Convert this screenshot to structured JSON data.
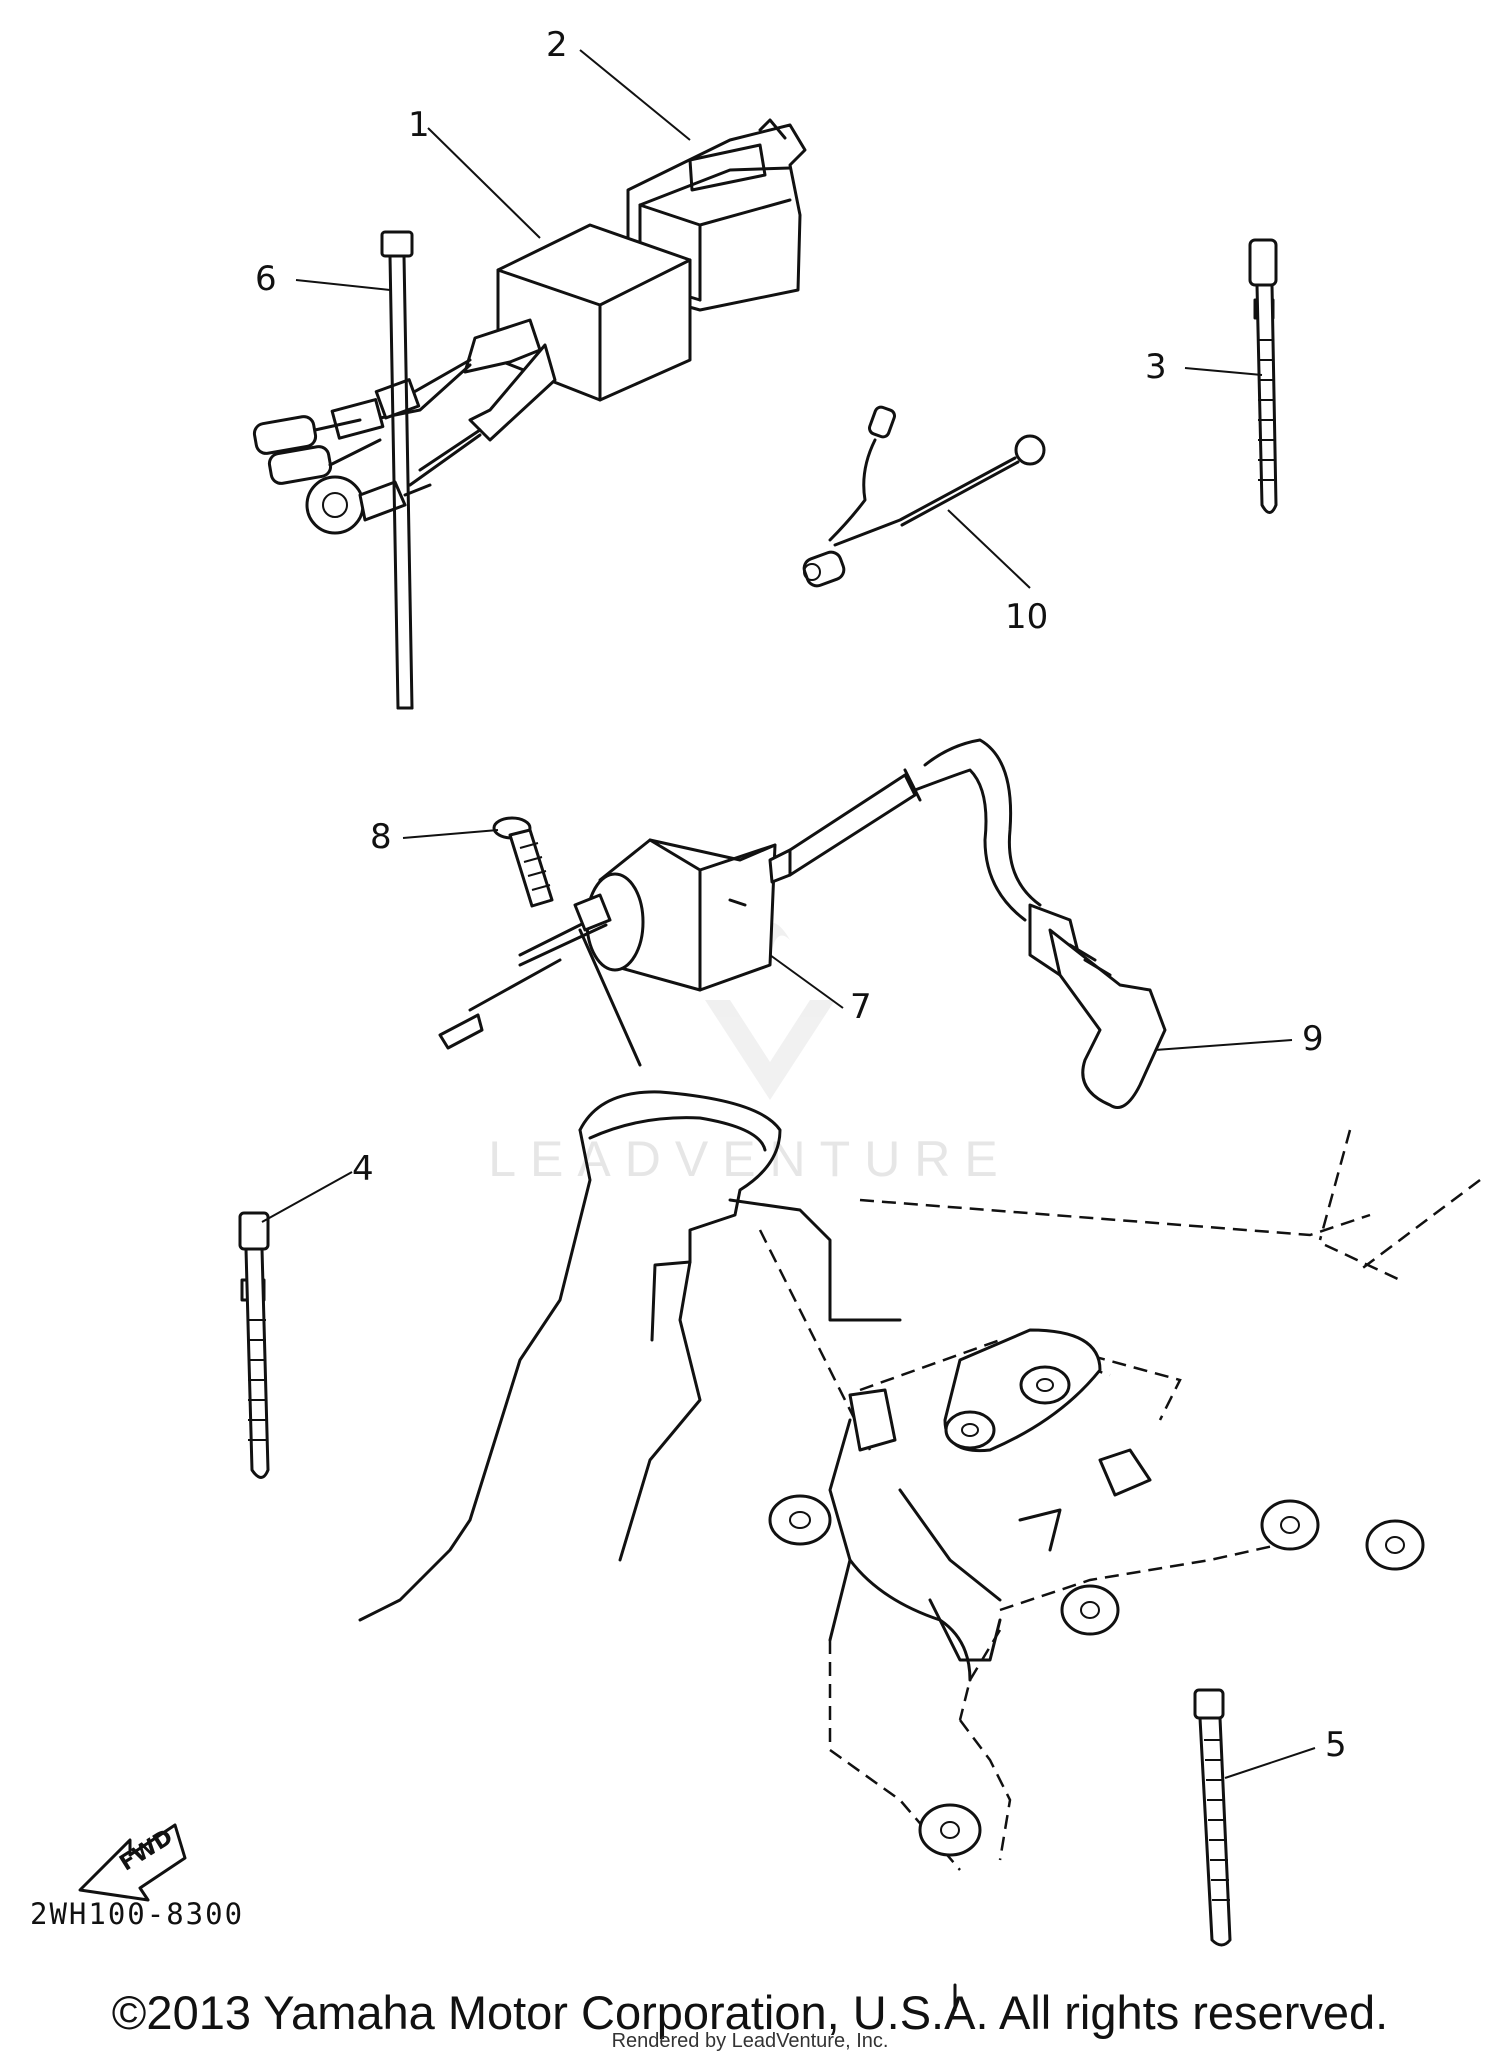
{
  "callouts": {
    "c1": "1",
    "c2": "2",
    "c3": "3",
    "c4": "4",
    "c5": "5",
    "c6": "6",
    "c7": "7",
    "c8": "8",
    "c9": "9",
    "c10": "10"
  },
  "fwd_label": "FWD",
  "part_code": "2WH100-8300",
  "watermark": "LEADVENTURE",
  "copyright": "©2013 Yamaha Motor Corporation, U.S.A. All rights reserved.",
  "rendered_by": "Rendered by LeadVenture, Inc."
}
